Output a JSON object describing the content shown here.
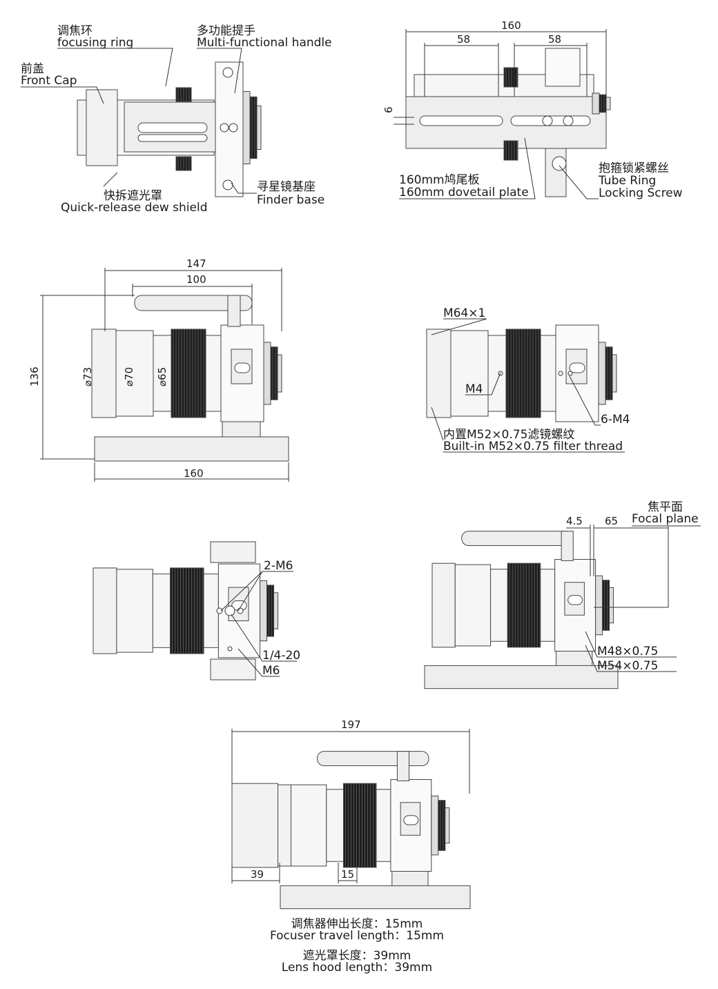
{
  "view_top": {
    "focusing_ring_cn": "调焦环",
    "focusing_ring_en": "focusing ring",
    "handle_cn": "多功能提手",
    "handle_en": "Multi-functional handle",
    "front_cap_cn": "前盖",
    "front_cap_en": "Front Cap",
    "dew_shield_cn": "快拆遮光罩",
    "dew_shield_en": "Quick-release dew shield",
    "finder_base_cn": "寻星镜基座",
    "finder_base_en": "Finder base"
  },
  "view_bottom": {
    "dim_total": "160",
    "dim_left": "58",
    "dim_right": "58",
    "dim_height": "6",
    "dovetail_cn": "160mm鸠尾板",
    "dovetail_en": "160mm dovetail plate",
    "screw_cn": "抱箍锁紧螺丝",
    "screw_en1": "Tube Ring",
    "screw_en2": "Locking Screw"
  },
  "view_side": {
    "dim_147": "147",
    "dim_100": "100",
    "dim_136": "136",
    "dia_73": "⌀73",
    "dia_70": "⌀70",
    "dia_65": "⌀65",
    "dim_160": "160"
  },
  "view_threads": {
    "m64": "M64×1",
    "m4": "M4",
    "six_m4": "6-M4",
    "filter_cn": "内置M52×0.75滤镜螺纹",
    "filter_en": "Built-in M52×0.75 filter thread"
  },
  "view_mount": {
    "two_m6": "2-M6",
    "quarter": "1/4-20",
    "m6": "M6"
  },
  "view_focal": {
    "focal_cn": "焦平面",
    "focal_en": "Focal plane",
    "dim_45": "4.5",
    "dim_65": "65",
    "m48": "M48×0.75",
    "m54": "M54×0.75"
  },
  "view_extended": {
    "dim_197": "197",
    "dim_39": "39",
    "dim_15": "15",
    "travel_cn": "调焦器伸出长度：15mm",
    "travel_en": "Focuser travel length：15mm",
    "hood_cn": "遮光罩长度：39mm",
    "hood_en": "Lens hood length：39mm"
  }
}
